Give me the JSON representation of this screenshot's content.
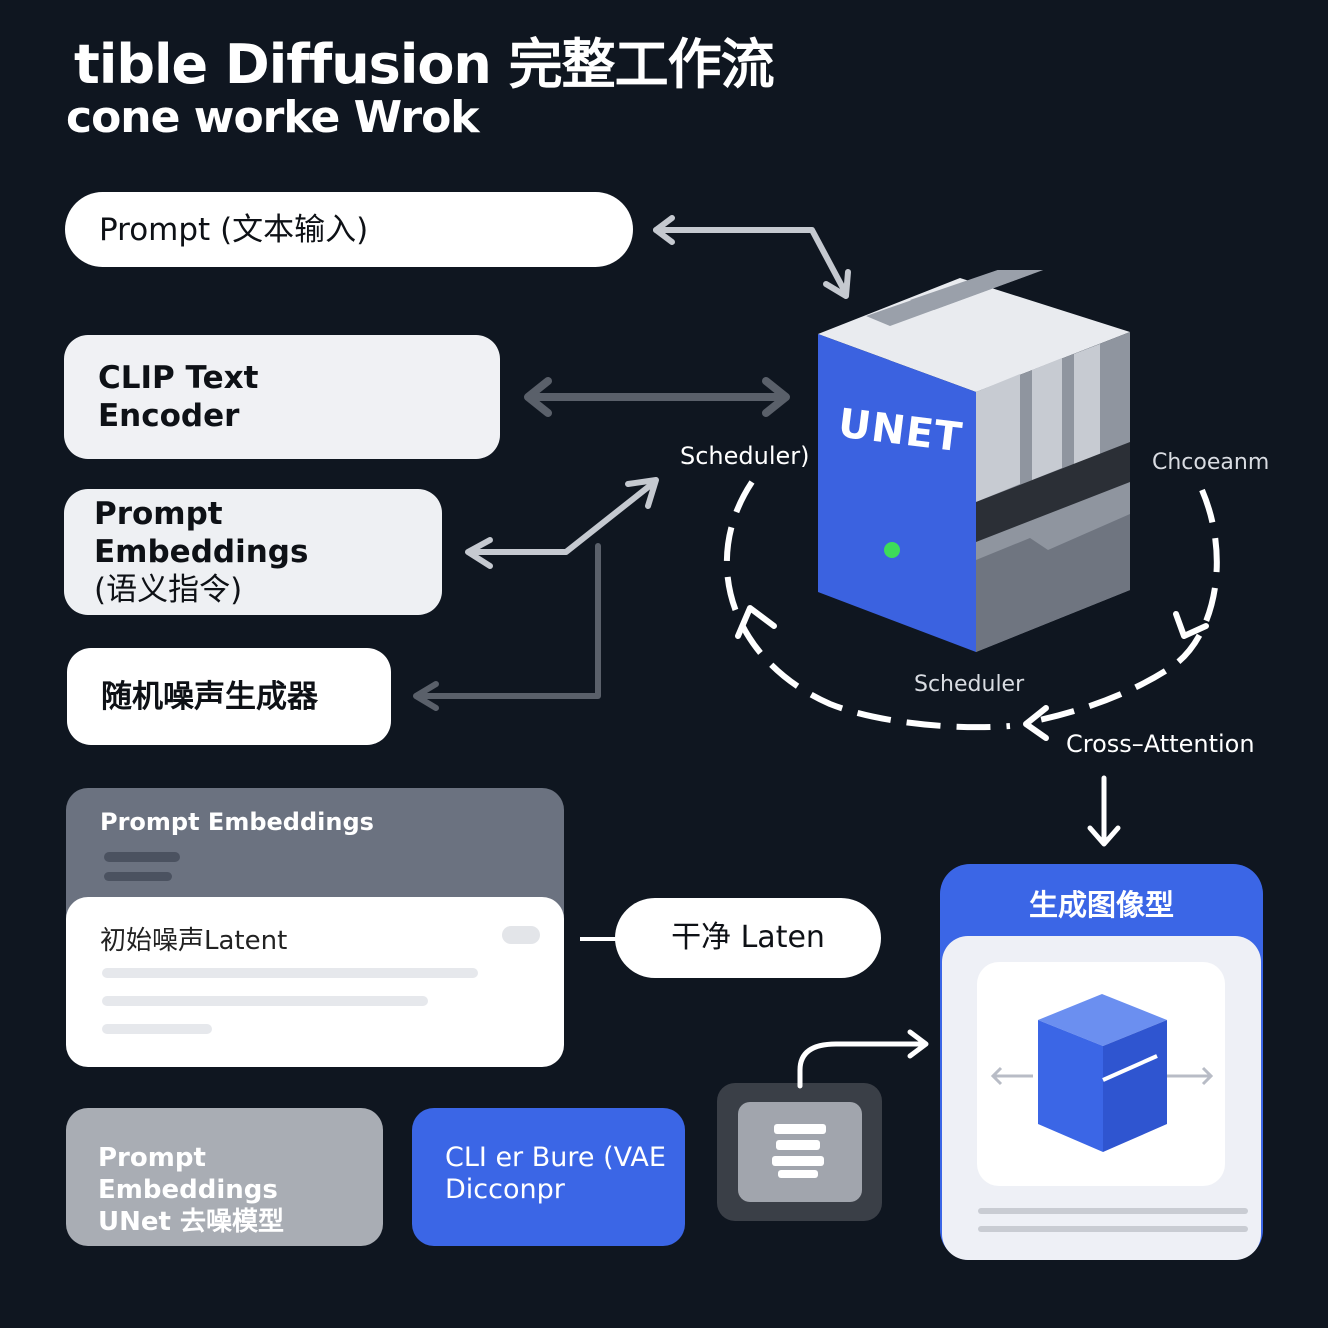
{
  "header": {
    "title": "tible Diffusion 完整工作流",
    "subtitle": "cone worke Wrok"
  },
  "nodes": {
    "prompt": "Prompt (文本输入)",
    "clip_line1": "CLIP Text",
    "clip_line2": "Encoder",
    "embed_line1": "Prompt Embeddings",
    "embed_line2": "(语义指令)",
    "noise": "随机噪声生成器",
    "stack_label": "Prompt Embeddings",
    "latent_label": "初始噪声Latent",
    "clean_latent": "干净 Laten",
    "unet_box_line1": "Prompt Embeddings",
    "unet_box_line2": "UNet 去噪模型",
    "vae_line1": "CLI er Bure (VAE",
    "vae_line2": "Dicconpr",
    "output_title": "生成图像型"
  },
  "unet": {
    "label": "UNET",
    "front_color": "#3b62e0",
    "status_color": "#3ddc5a"
  },
  "loop_labels": {
    "scheduler_top": "Scheduler)",
    "scheduler_bottom": "Scheduler",
    "right": "Chcoeanm",
    "cross_attention": "Cross–Attention"
  },
  "colors": {
    "background": "#0f1620",
    "accent": "#3b66e6"
  }
}
